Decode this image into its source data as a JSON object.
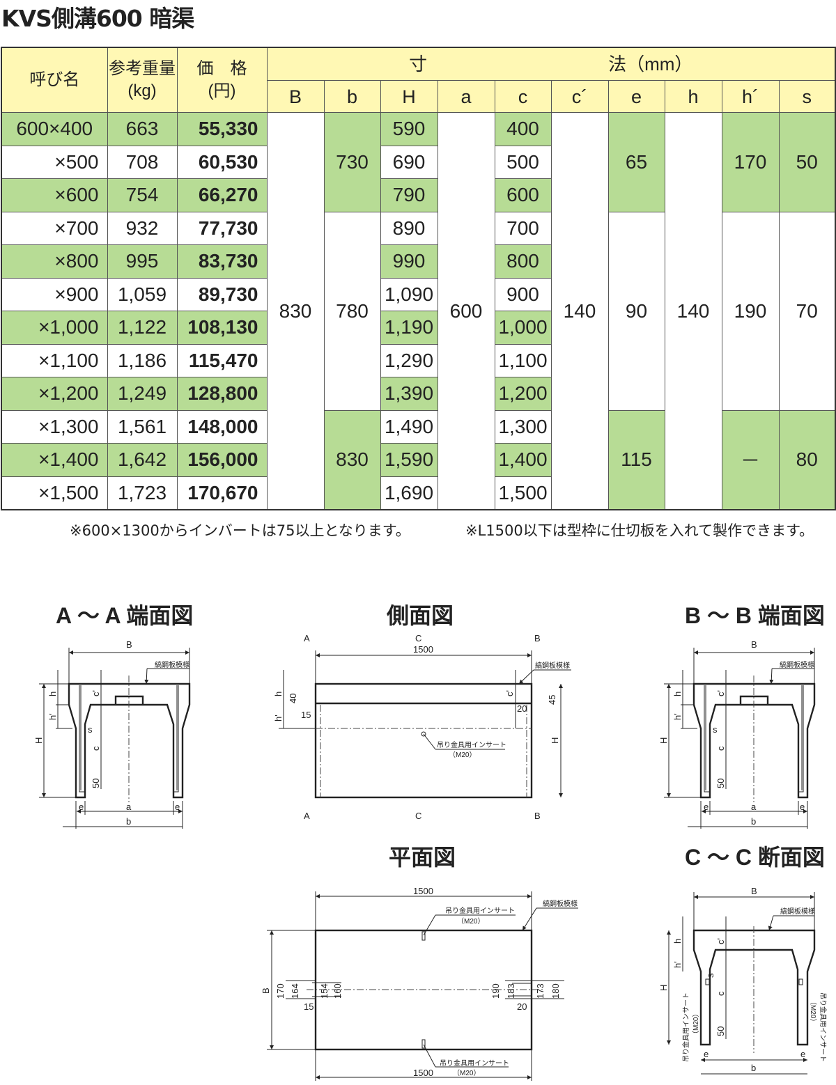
{
  "title": "KVS側溝600 暗渠",
  "table": {
    "headers": {
      "name": "呼び名",
      "weight": "参考重量",
      "weight_unit": "(kg)",
      "price": "価　格",
      "price_unit": "(円)",
      "dims": "寸　　　　　　　　　　法（mm）",
      "cols": [
        "B",
        "b",
        "H",
        "a",
        "c",
        "c´",
        "e",
        "h",
        "h´",
        "s"
      ]
    },
    "rows": [
      {
        "name": "600×400",
        "weight": "663",
        "price": "55,330",
        "H": "590",
        "c": "400"
      },
      {
        "name": "×500",
        "weight": "708",
        "price": "60,530",
        "H": "690",
        "c": "500"
      },
      {
        "name": "×600",
        "weight": "754",
        "price": "66,270",
        "H": "790",
        "c": "600"
      },
      {
        "name": "×700",
        "weight": "932",
        "price": "77,730",
        "H": "890",
        "c": "700"
      },
      {
        "name": "×800",
        "weight": "995",
        "price": "83,730",
        "H": "990",
        "c": "800"
      },
      {
        "name": "×900",
        "weight": "1,059",
        "price": "89,730",
        "H": "1,090",
        "c": "900"
      },
      {
        "name": "×1,000",
        "weight": "1,122",
        "price": "108,130",
        "H": "1,190",
        "c": "1,000"
      },
      {
        "name": "×1,100",
        "weight": "1,186",
        "price": "115,470",
        "H": "1,290",
        "c": "1,100"
      },
      {
        "name": "×1,200",
        "weight": "1,249",
        "price": "128,800",
        "H": "1,390",
        "c": "1,200"
      },
      {
        "name": "×1,300",
        "weight": "1,561",
        "price": "148,000",
        "H": "1,490",
        "c": "1,300"
      },
      {
        "name": "×1,400",
        "weight": "1,642",
        "price": "156,000",
        "H": "1,590",
        "c": "1,400"
      },
      {
        "name": "×1,500",
        "weight": "1,723",
        "price": "170,670",
        "H": "1,690",
        "c": "1,500"
      }
    ],
    "merged": {
      "B": "830",
      "b": [
        "730",
        "780",
        "830"
      ],
      "a": "600",
      "c2": "140",
      "e": [
        "65",
        "90",
        "115"
      ],
      "h": "140",
      "h2": [
        "170",
        "190",
        "－"
      ],
      "s": [
        "50",
        "70",
        "80"
      ]
    }
  },
  "notes": [
    "※600×1300からインバートは75以上となります。",
    "※L1500以下は型枠に仕切板を入れて製作できます。"
  ],
  "drawings": {
    "end_aa": "A ～ A 端面図",
    "end_bb": "B ～ B 端面図",
    "side": "側面図",
    "plan": "平面図",
    "section_cc": "C ～ C 断面図",
    "lbl": {
      "B": "B",
      "b": "b",
      "H": "H",
      "h": "h",
      "h2": "h'",
      "c": "c",
      "c2": "c'",
      "s": "s",
      "e": "e",
      "a": "a",
      "n50": "50",
      "plate": "縞鋼板模様",
      "insert": "吊り金具用インサート",
      "m20": "（M20）",
      "A": "A",
      "C": "C",
      "n1500": "1500",
      "n40": "40",
      "n15": "15",
      "n20": "20",
      "n45": "45",
      "n170": "170",
      "n164": "164",
      "n154": "154",
      "n160": "160",
      "n190": "190",
      "n183": "183",
      "n173": "173",
      "n180": "180"
    }
  },
  "colors": {
    "header": "#fff8b4",
    "green": "#b7dc95"
  }
}
